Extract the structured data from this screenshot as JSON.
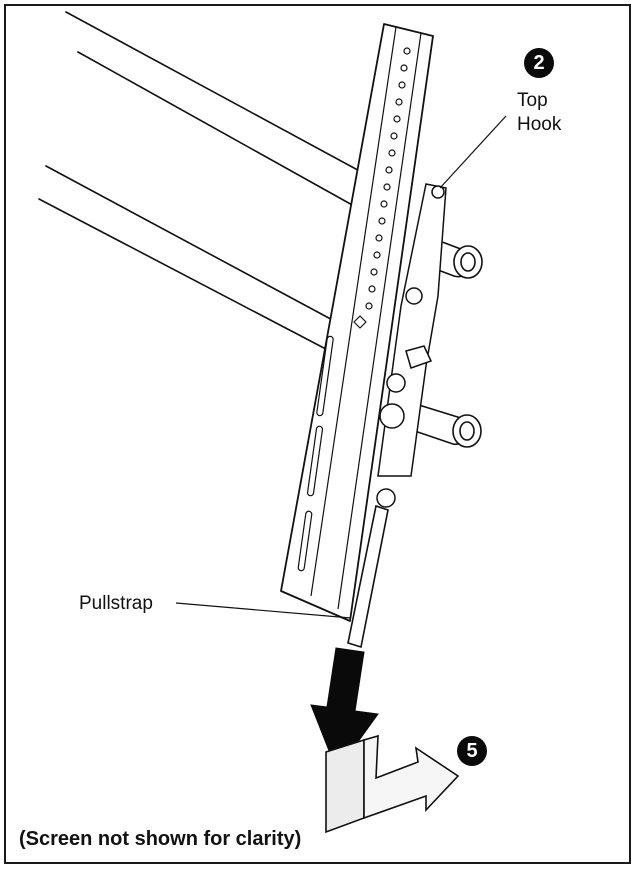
{
  "callouts": {
    "top_hook": {
      "number": "2",
      "line1": "Top",
      "line2": "Hook"
    },
    "pullstrap": {
      "label": "Pullstrap"
    },
    "move": {
      "number": "5"
    }
  },
  "caption": "(Screen not shown for clarity)",
  "colors": {
    "ink": "#111111",
    "paper": "#ffffff",
    "gray": "#e8e8e8"
  }
}
